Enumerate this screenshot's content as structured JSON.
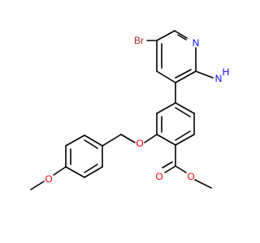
{
  "molecule": {
    "atom_labels": {
      "br": "Br",
      "pyridine_n": "N",
      "amine_h": "H",
      "amine_n": "N",
      "ether_o": "O",
      "methoxy_o": "O",
      "carbonyl_o": "O",
      "ester_o": "O"
    },
    "colors": {
      "bond": "#000000",
      "bromine": "#a52a2a",
      "nitrogen": "#0000ff",
      "oxygen": "#ff0000"
    }
  }
}
